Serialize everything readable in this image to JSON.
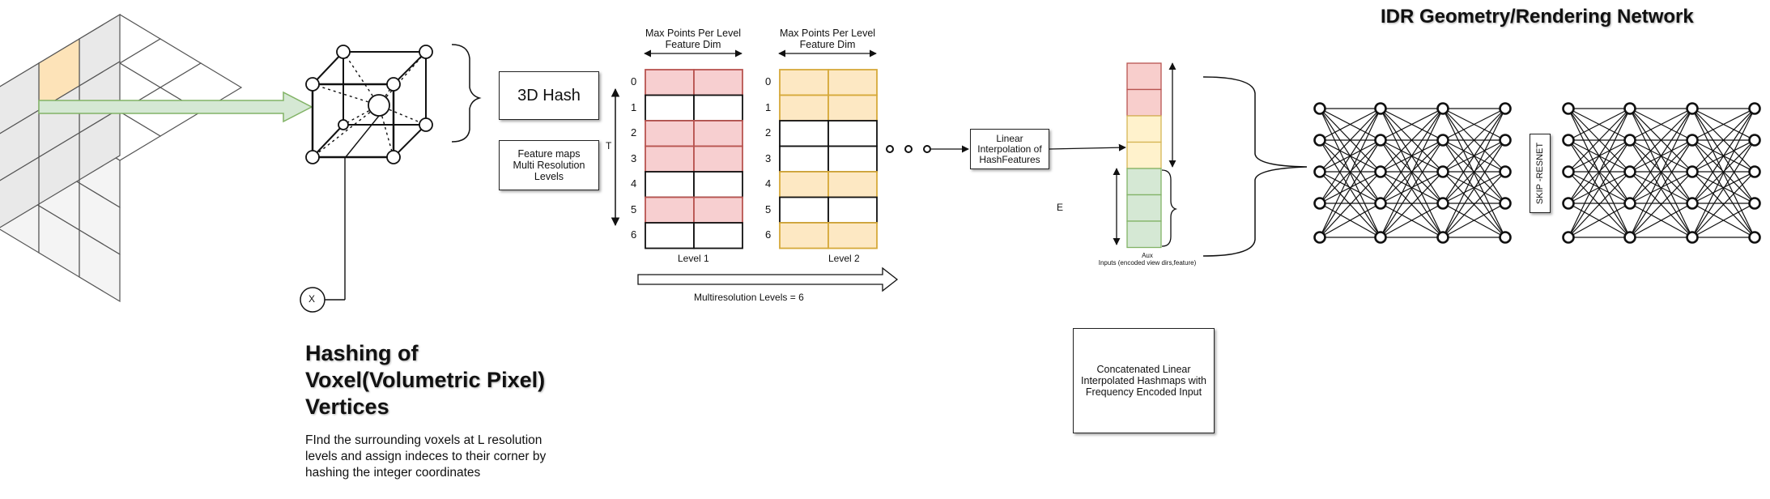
{
  "title": "IDR Geometry/Rendering Network",
  "hash_box": "3D Hash",
  "feature_maps_lines": [
    "Feature maps",
    "Multi Resolution",
    "Levels"
  ],
  "x_label": "X",
  "hashing": {
    "title_lines": [
      "Hashing of",
      "Voxel(Volumetric Pixel)",
      "Vertices"
    ],
    "desc_lines": [
      "FInd the surrounding voxels at L resolution",
      "levels and assign indeces to their corner by",
      "hashing the integer coordinates"
    ]
  },
  "table_header_lines": [
    "Max Points Per Level",
    "Feature Dim"
  ],
  "t_label": "T",
  "levels": [
    {
      "label": "Level 1",
      "rows": [
        "0",
        "1",
        "2",
        "3",
        "4",
        "5",
        "6"
      ],
      "filled": [
        true,
        false,
        true,
        true,
        false,
        true,
        false
      ],
      "fill": "#f7cfd0",
      "stroke": "#b85450"
    },
    {
      "label": "Level 2",
      "rows": [
        "0",
        "1",
        "2",
        "3",
        "4",
        "5",
        "6"
      ],
      "filled": [
        true,
        true,
        false,
        false,
        true,
        false,
        true
      ],
      "fill": "#fde8c3",
      "stroke": "#d6a93a"
    }
  ],
  "multires_label": "Multiresolution Levels = 6",
  "linear_interp_lines": [
    "Linear",
    "Interpolation of",
    "HashFeatures"
  ],
  "e_label": "E",
  "aux_lines": [
    "Aux",
    "Inputs (encoded view dirs,feature)"
  ],
  "concat_lines": [
    "Concatenated Linear",
    "Interpolated Hashmaps with",
    "Frequency Encoded Input"
  ],
  "skip_label": "SKIP -RESNET",
  "colors": {
    "pink": "#f8cecc",
    "yellow": "#fff2cc",
    "green": "#d5e8d4",
    "orange_cube": "#fde3b8",
    "arrow_green": "#d5e8d4"
  }
}
